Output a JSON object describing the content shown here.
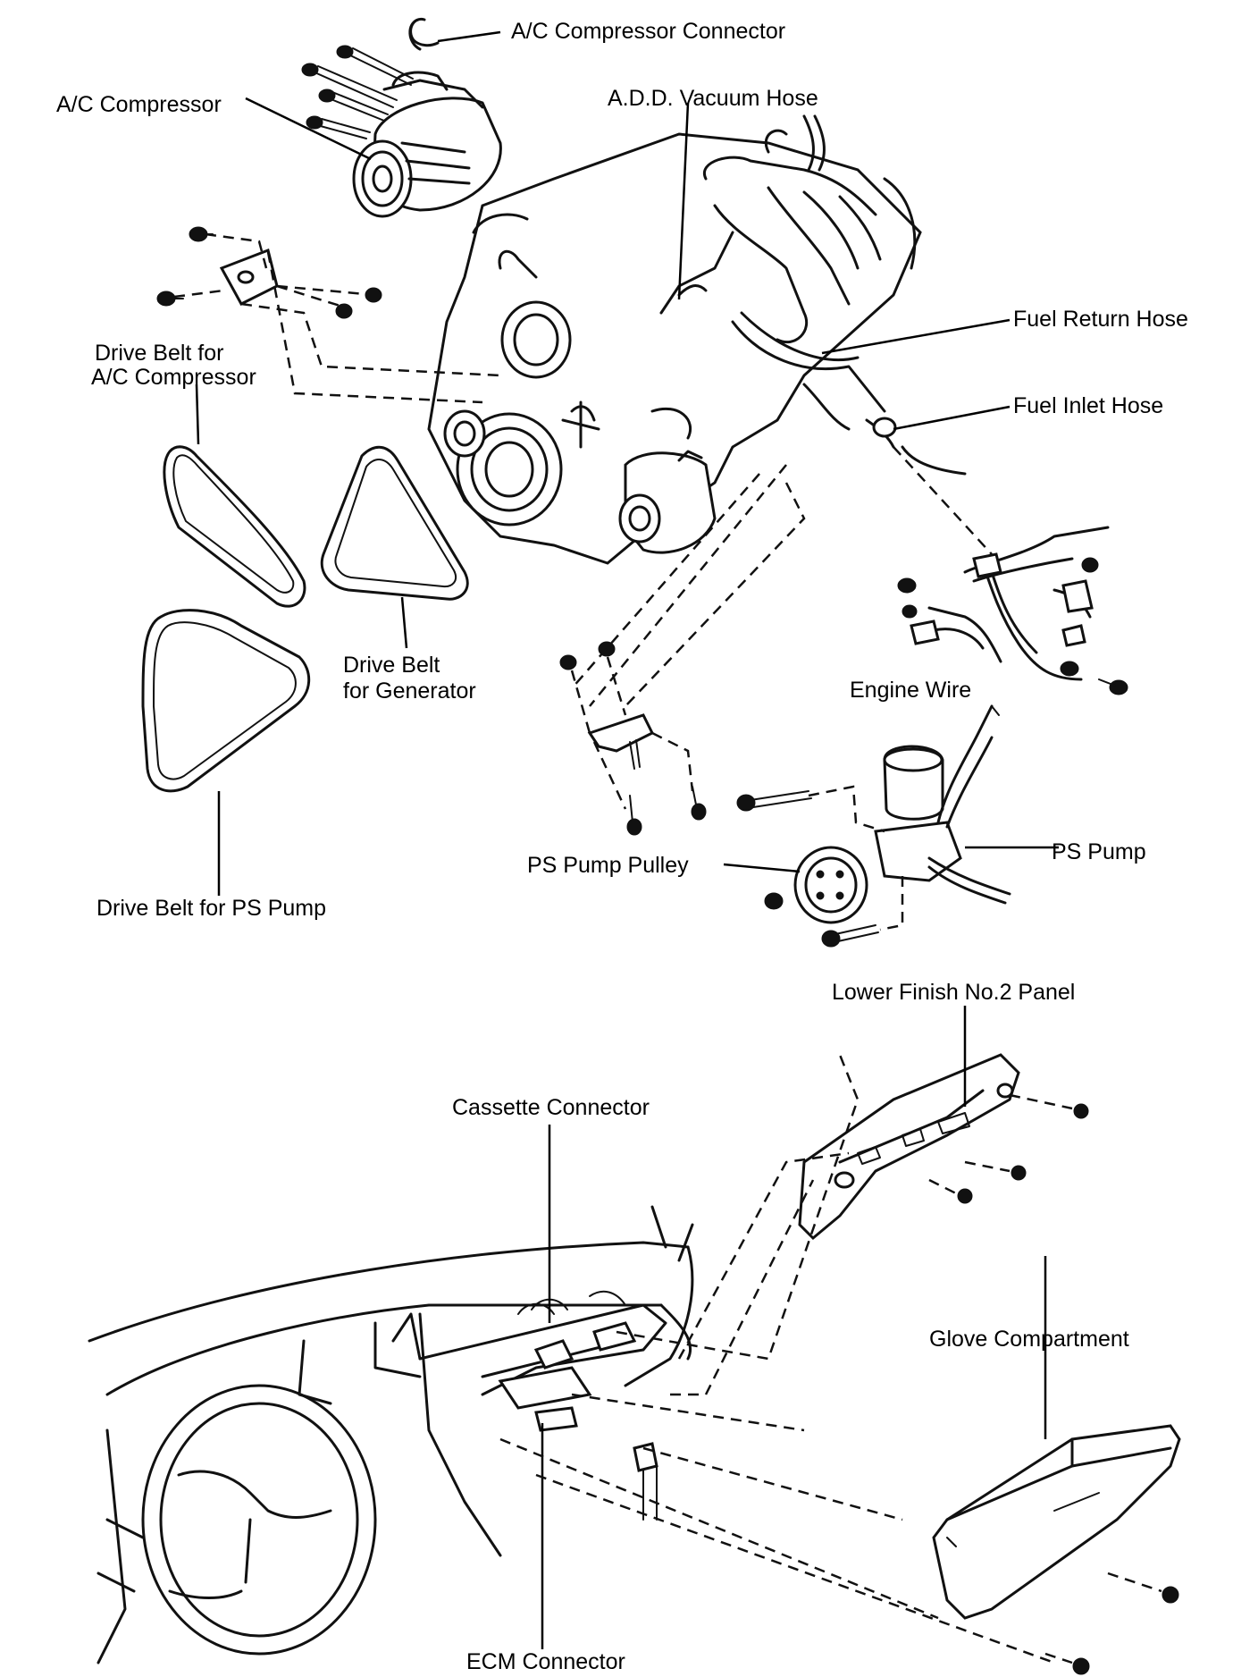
{
  "labels": {
    "ac_compressor_connector": "A/C Compressor Connector",
    "ac_compressor": "A/C Compressor",
    "add_vacuum_hose": "A.D.D. Vacuum Hose",
    "fuel_return_hose": "Fuel Return Hose",
    "fuel_inlet_hose": "Fuel Inlet Hose",
    "drive_belt_ac_line1": "Drive Belt for",
    "drive_belt_ac_line2": "A/C Compressor",
    "drive_belt_gen_line1": "Drive Belt",
    "drive_belt_gen_line2": "for Generator",
    "engine_wire": "Engine Wire",
    "drive_belt_ps": "Drive Belt for PS Pump",
    "ps_pump_pulley": "PS Pump Pulley",
    "ps_pump": "PS Pump",
    "lower_finish_panel": "Lower Finish No.2 Panel",
    "cassette_connector": "Cassette Connector",
    "glove_compartment": "Glove Compartment",
    "ecm_connector": "ECM Connector"
  }
}
